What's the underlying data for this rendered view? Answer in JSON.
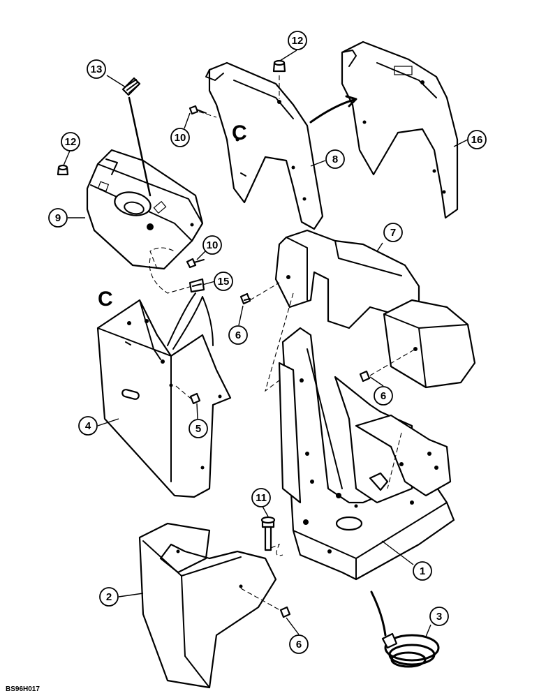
{
  "figure": {
    "code": "BS96H017",
    "reference_letter": "C"
  },
  "callouts": [
    "1",
    "2",
    "3",
    "4",
    "5",
    "6",
    "7",
    "8",
    "9",
    "10",
    "11",
    "12",
    "13",
    "15",
    "16"
  ]
}
